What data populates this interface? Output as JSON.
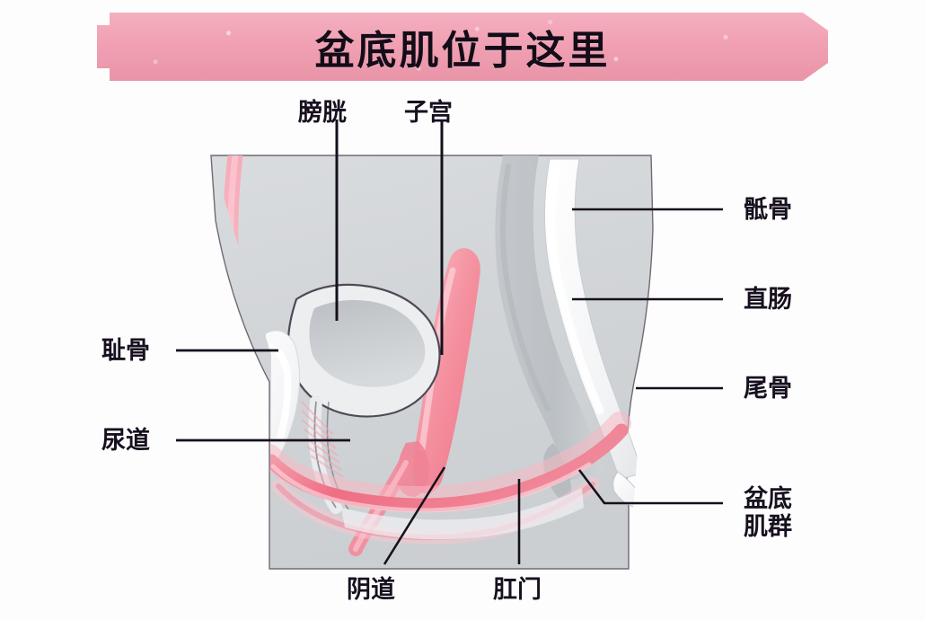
{
  "banner": {
    "title": "盆底肌位于这里",
    "fill_color": "#f0a0b2",
    "text_color": "#140c18"
  },
  "diagram": {
    "name": "female-pelvic-sagittal-section",
    "body_color": "#d3d6d8",
    "bone_color": "#f4f5f7",
    "muscle_color": "#ef6f84",
    "organ_color": "#f4909f",
    "outline_color": "#3a3340"
  },
  "labels": {
    "bladder": "膀胱",
    "uterus": "子宫",
    "sacrum": "骶骨",
    "rectum": "直肠",
    "coccyx": "尾骨",
    "pelvic_floor_line1": "盆底",
    "pelvic_floor_line2": "肌群",
    "pubis": "耻骨",
    "urethra": "尿道",
    "vagina": "阴道",
    "anus": "肛门"
  }
}
